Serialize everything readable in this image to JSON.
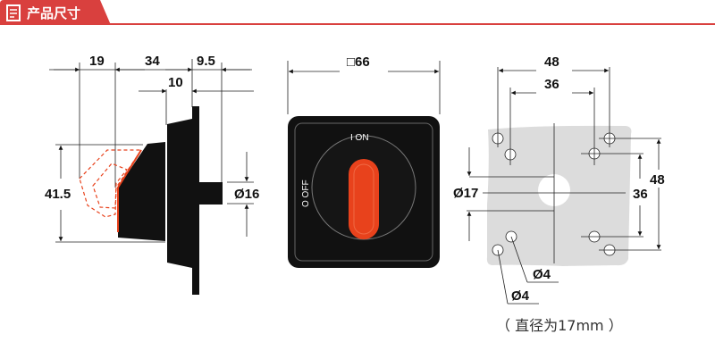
{
  "header": {
    "title": "产品尺寸",
    "icon": "document-icon",
    "accent": "#d9403e"
  },
  "side_view": {
    "dims": {
      "a": "19",
      "b": "34",
      "c": "9.5",
      "d": "10",
      "height": "41.5",
      "shaft": "Ø16"
    }
  },
  "front_view": {
    "size": "□66",
    "on_label": "I  ON",
    "off_label": "O  OFF",
    "knob_color": "#e8421c"
  },
  "cutout_view": {
    "outer_h": "48",
    "inner_h": "36",
    "outer_v": "48",
    "inner_v": "36",
    "center_hole": "Ø17",
    "hole_a": "Ø4",
    "hole_b": "Ø4",
    "note": "（ 直径为17mm ）"
  }
}
